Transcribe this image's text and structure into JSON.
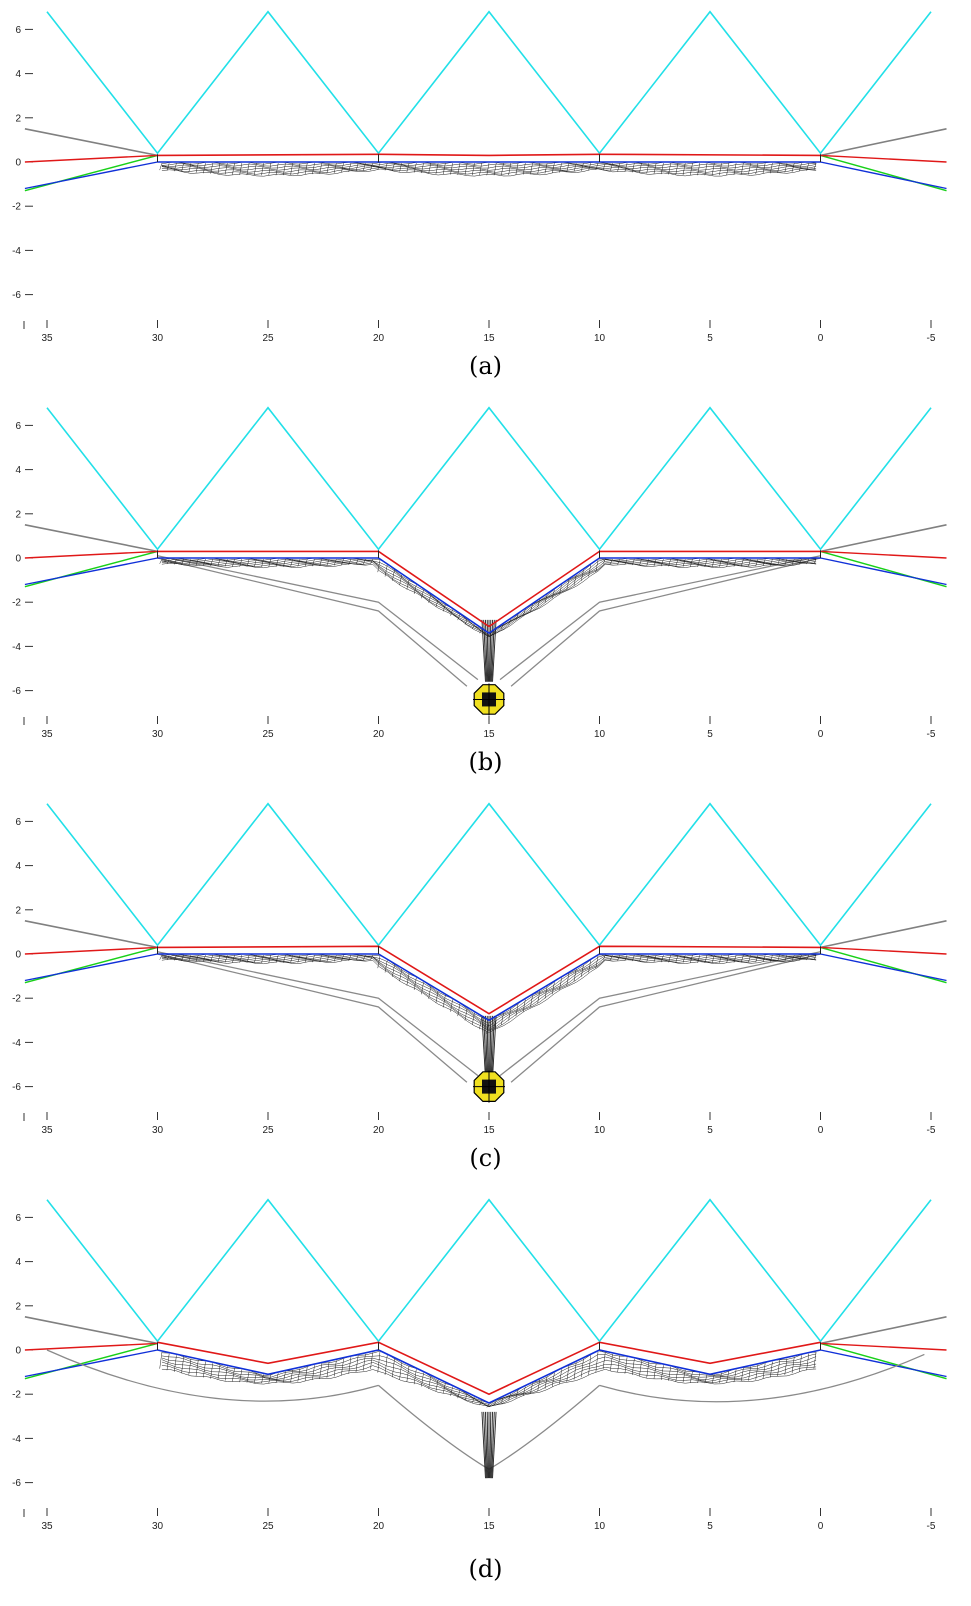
{
  "figure": {
    "panels": [
      {
        "caption": "(a)",
        "state": "a"
      },
      {
        "caption": "(b)",
        "state": "b"
      },
      {
        "caption": "(c)",
        "state": "c"
      },
      {
        "caption": "(d)",
        "state": "d"
      }
    ],
    "y_ticks": [
      "6",
      "4",
      "2",
      "0",
      "-2",
      "-4",
      "-6"
    ],
    "x_ticks": [
      "35",
      "30",
      "25",
      "20",
      "15",
      "10",
      "5",
      "0",
      "-5"
    ],
    "colors": {
      "tower_cables": "#22e0e8",
      "top_chord": "#e01818",
      "bottom_chord": "#1030d8",
      "guy_green": "#18d018",
      "guy_grey": "#808080",
      "mesh": "#222222",
      "object_fill": "#f0e020",
      "axis": "#333333"
    },
    "icons": {
      "mesh": "net-mesh-icon",
      "object": "captured-object-icon"
    }
  }
}
